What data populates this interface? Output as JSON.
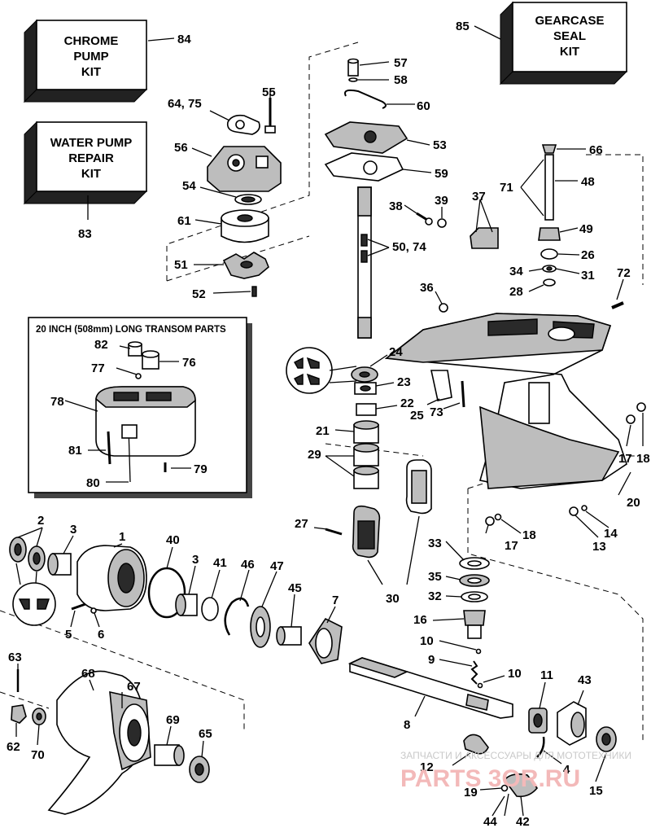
{
  "kits": {
    "chrome_pump": "CHROME\nPUMP\nKIT",
    "water_pump_repair": "WATER PUMP\nREPAIR\nKIT",
    "gearcase_seal": "GEARCASE\nSEAL\nKIT"
  },
  "panel_title": "20 INCH (508mm) LONG TRANSOM PARTS",
  "labels": {
    "p1": "1",
    "p2": "2",
    "p3a": "3",
    "p3b": "3",
    "p4": "4",
    "p5": "5",
    "p6": "6",
    "p7": "7",
    "p8": "8",
    "p9": "9",
    "p10a": "10",
    "p10b": "10",
    "p11": "11",
    "p12": "12",
    "p13": "13",
    "p14": "14",
    "p15": "15",
    "p16": "16",
    "p17a": "17",
    "p17b": "17",
    "p18a": "18",
    "p18b": "18",
    "p19": "19",
    "p20": "20",
    "p21": "21",
    "p22": "22",
    "p23": "23",
    "p24": "24",
    "p25": "25",
    "p26": "26",
    "p27": "27",
    "p28": "28",
    "p29": "29",
    "p30": "30",
    "p31": "31",
    "p32": "32",
    "p33": "33",
    "p34": "34",
    "p35": "35",
    "p36": "36",
    "p37": "37",
    "p38": "38",
    "p39": "39",
    "p40": "40",
    "p41": "41",
    "p42": "42",
    "p43": "43",
    "p44": "44",
    "p45": "45",
    "p46": "46",
    "p47": "47",
    "p48": "48",
    "p49": "49",
    "p5074": "50, 74",
    "p51": "51",
    "p52": "52",
    "p53": "53",
    "p54": "54",
    "p55": "55",
    "p56": "56",
    "p57": "57",
    "p58": "58",
    "p59": "59",
    "p60": "60",
    "p61": "61",
    "p62": "62",
    "p63": "63",
    "p6475": "64, 75",
    "p65": "65",
    "p66": "66",
    "p67": "67",
    "p68": "68",
    "p69": "69",
    "p70": "70",
    "p71": "71",
    "p72": "72",
    "p73": "73",
    "p76": "76",
    "p77": "77",
    "p78": "78",
    "p79": "79",
    "p80": "80",
    "p81": "81",
    "p82": "82",
    "p83": "83",
    "p84": "84",
    "p85": "85"
  },
  "watermark": {
    "top": "ЗАПЧАСТИ И АКСЕССУАРЫ ДЛЯ МОТОТЕХНИКИ",
    "brand": "PARTS 3OR.RU"
  }
}
